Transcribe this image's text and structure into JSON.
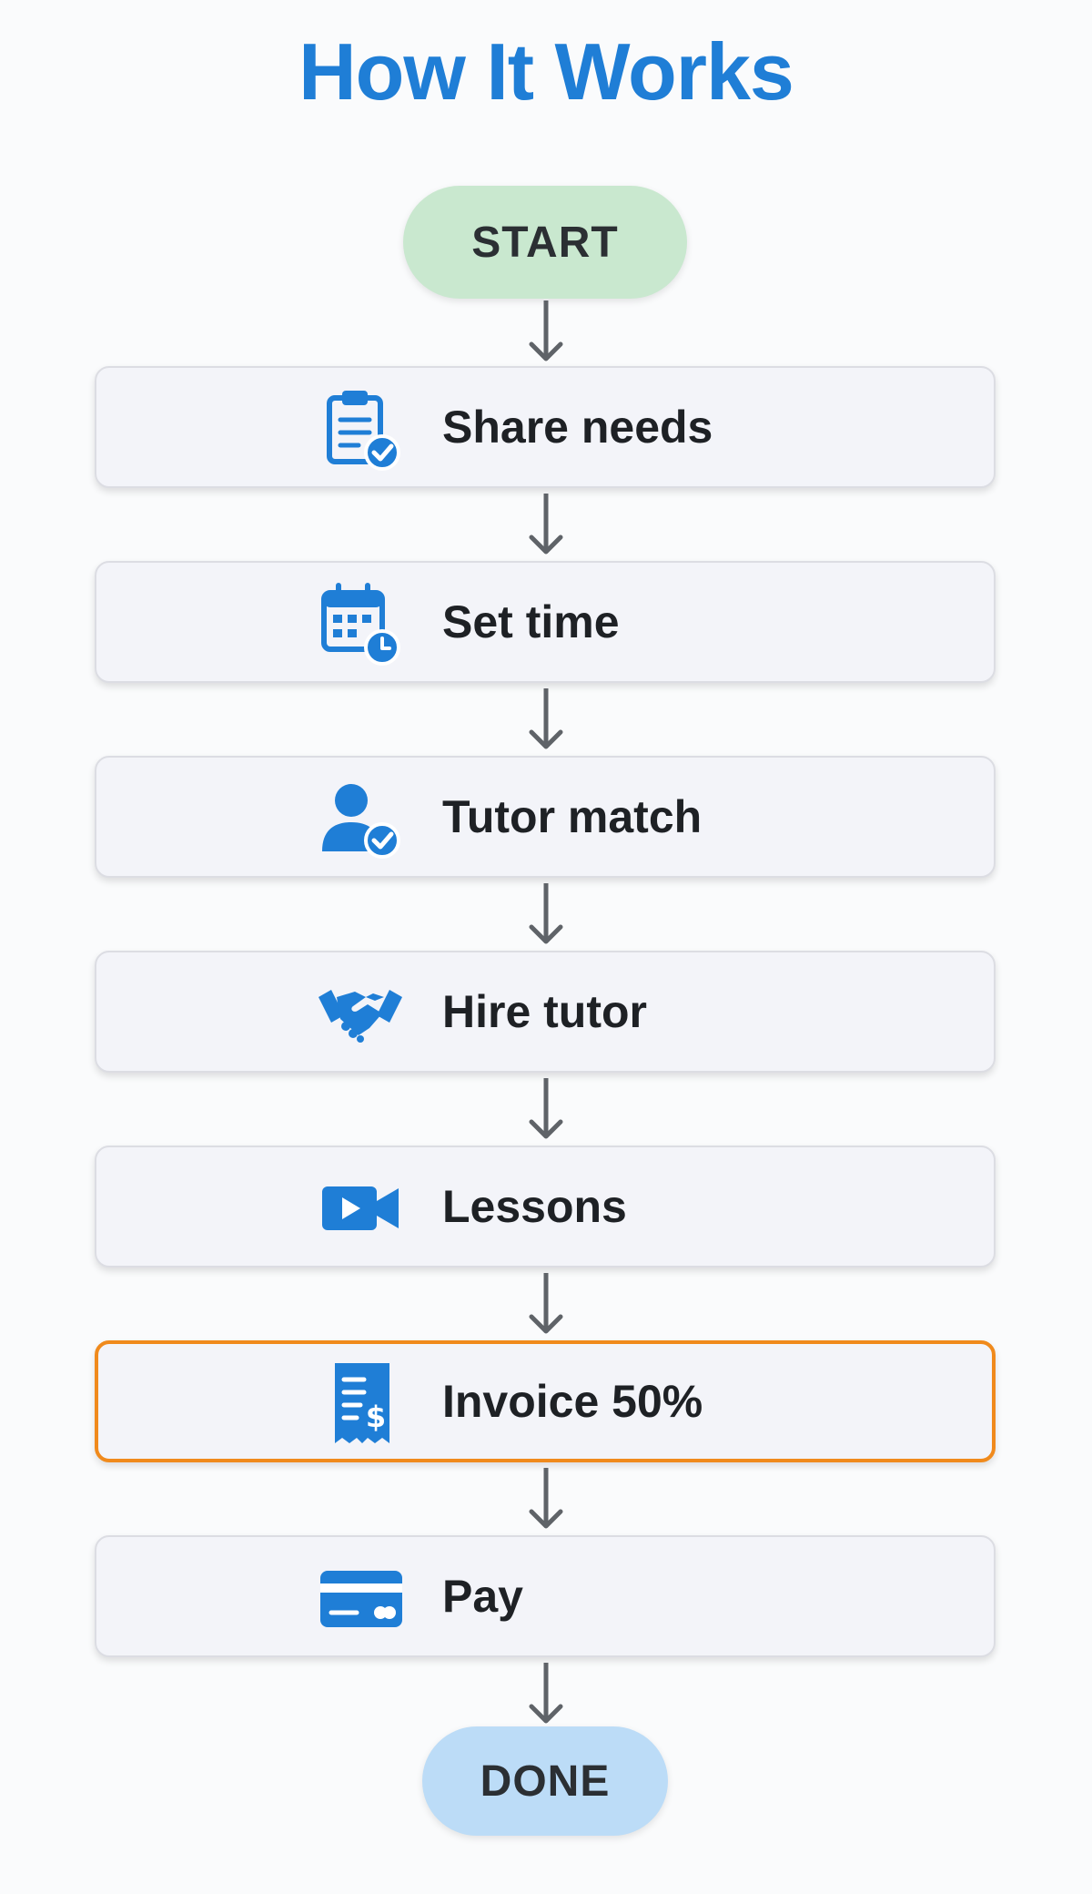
{
  "title": "How It Works",
  "start_label": "START",
  "end_label": "DONE",
  "steps": [
    {
      "label": "Share needs",
      "icon": "clipboard-check-icon"
    },
    {
      "label": "Set time",
      "icon": "calendar-clock-icon"
    },
    {
      "label": "Tutor match",
      "icon": "user-check-icon"
    },
    {
      "label": "Hire tutor",
      "icon": "handshake-icon"
    },
    {
      "label": "Lessons",
      "icon": "video-camera-icon"
    },
    {
      "label": "Invoice 50%",
      "icon": "receipt-dollar-icon",
      "highlighted": true
    },
    {
      "label": "Pay",
      "icon": "credit-card-icon"
    }
  ],
  "colors": {
    "title": "#1f7ed6",
    "icon": "#1f7ed6",
    "start_pill": "#c9e8cf",
    "done_pill": "#bcdcf7",
    "highlight_border": "#f08a1c",
    "arrow": "#5f6368"
  }
}
